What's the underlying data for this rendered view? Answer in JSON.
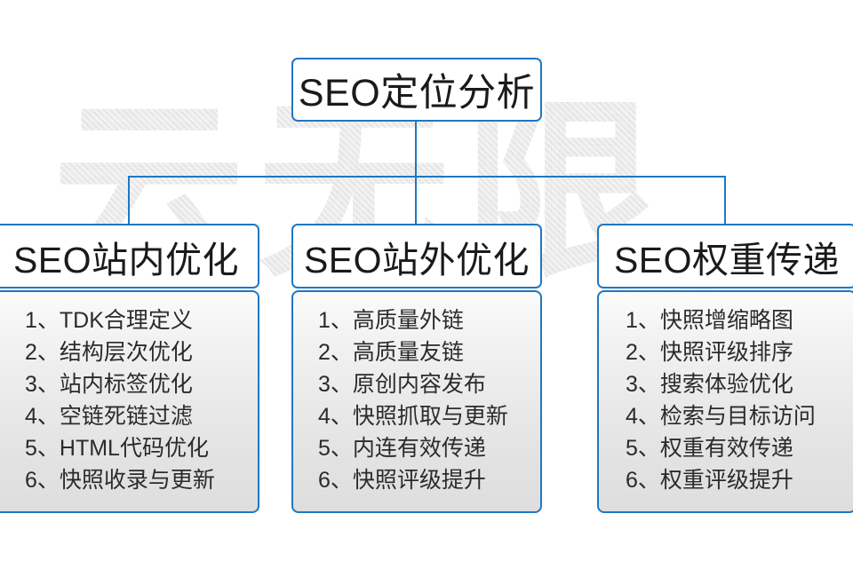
{
  "watermark": {
    "text": "云无限",
    "mark": "R"
  },
  "theme": {
    "accent": "#1f77c4",
    "box_fill": "#ffffff",
    "body_fill_top": "#fbfbfb",
    "body_fill_bottom": "#dedede",
    "text": "#1a1a1a",
    "list_text": "#2b2b2b",
    "watermark_color": "#e9e9e9",
    "page_background": "#ffffff"
  },
  "root": {
    "label": "SEO定位分析"
  },
  "columns": [
    {
      "id": "on-site",
      "title": "SEO站内优化",
      "items": [
        "1、TDK合理定义",
        "2、结构层次优化",
        "3、站内标签优化",
        "4、空链死链过滤",
        "5、HTML代码优化",
        "6、快照收录与更新"
      ]
    },
    {
      "id": "off-site",
      "title": "SEO站外优化",
      "items": [
        "1、高质量外链",
        "2、高质量友链",
        "3、原创内容发布",
        "4、快照抓取与更新",
        "5、内连有效传递",
        "6、快照评级提升"
      ]
    },
    {
      "id": "weight-transfer",
      "title": "SEO权重传递",
      "items": [
        "1、快照增缩略图",
        "2、快照评级排序",
        "3、搜索体验优化",
        "4、检索与目标访问",
        "5、权重有效传递",
        "6、权重评级提升"
      ]
    }
  ]
}
